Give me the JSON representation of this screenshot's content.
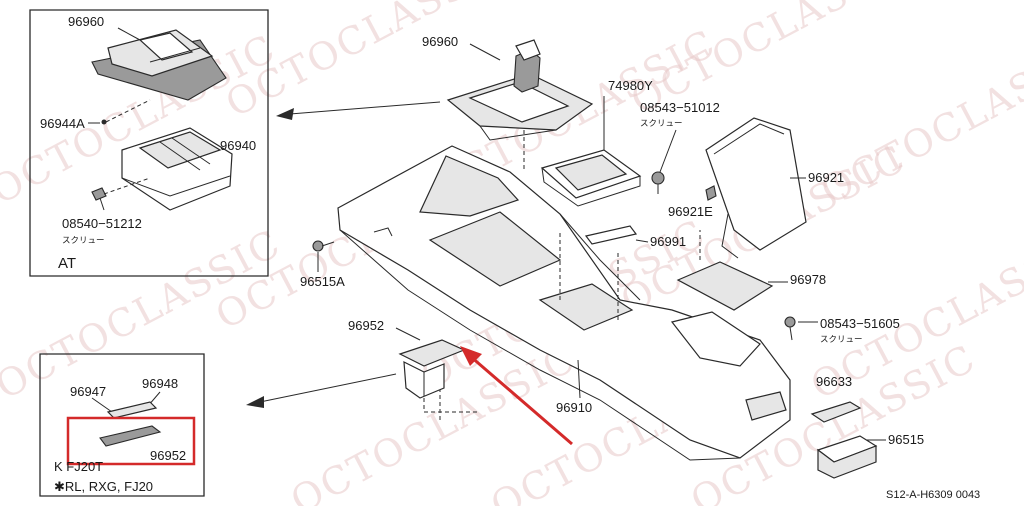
{
  "watermark": {
    "text": "OCTOCLASSIC"
  },
  "labels": {
    "p96960_inset": "96960",
    "p96944a": "96944A",
    "p96940": "96940",
    "p08540": "08540−51212",
    "p08540_jp": "スクリュー",
    "at": "AT",
    "p96960": "96960",
    "p74980y": "74980Y",
    "p08543_51012": "08543−51012",
    "p08543_51012_jp": "スクリュー",
    "p96921": "96921",
    "p96921e": "96921E",
    "p96991": "96991",
    "p96515a": "96515A",
    "p96978": "96978",
    "p96952": "96952",
    "p08543_51605": "08543−51605",
    "p08543_51605_jp": "スクリュー",
    "p96633": "96633",
    "p96910": "96910",
    "p96515": "96515",
    "p96947": "96947",
    "p96948": "96948",
    "p96952_inset": "96952",
    "k_note": "K FJ20T",
    "star_note": "✱RL, RXG, FJ20",
    "ref": "S12-A-H6309 0043"
  },
  "colors": {
    "highlight": "#d42a2a",
    "watermark": "#e8c9c9",
    "line": "#2a2a2a"
  }
}
